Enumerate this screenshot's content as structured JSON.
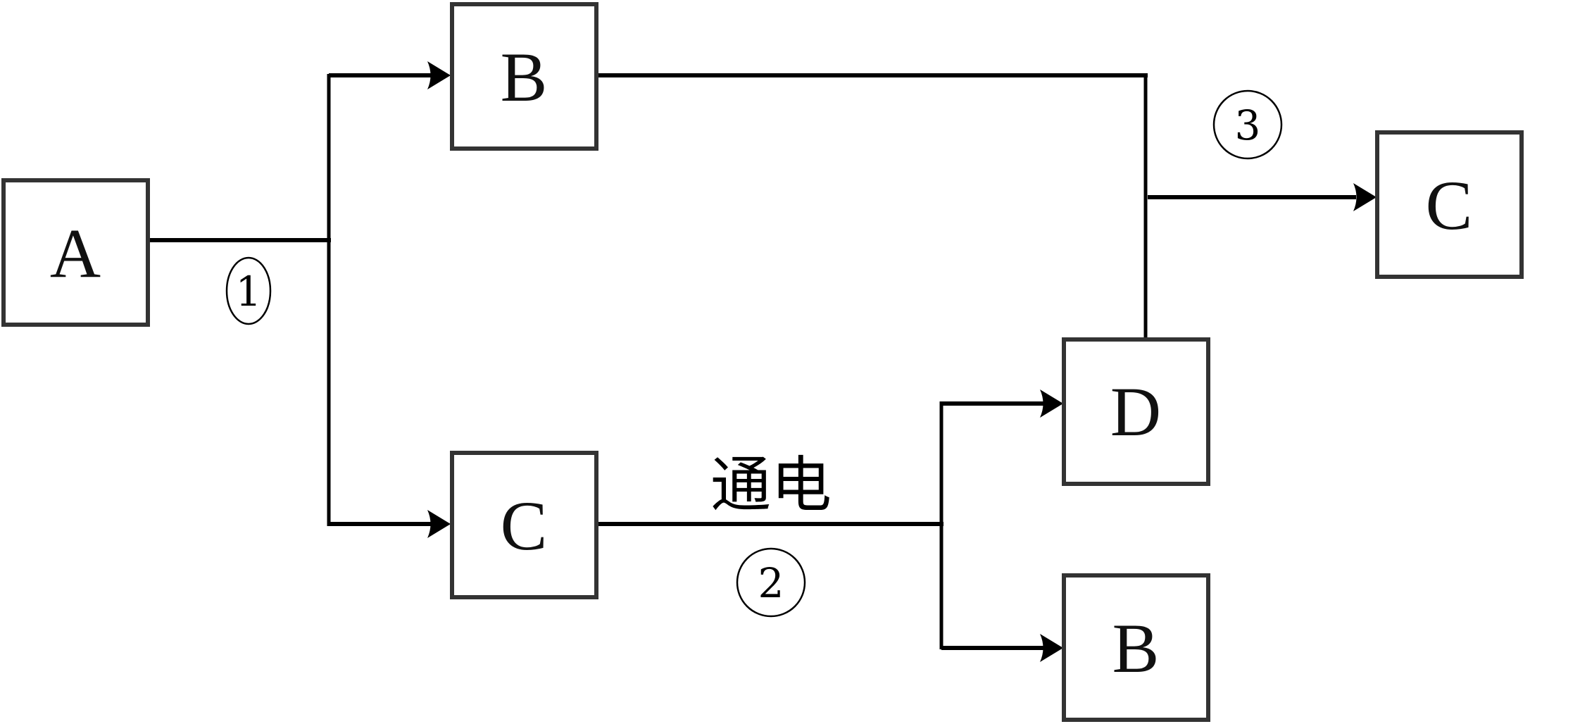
{
  "diagram": {
    "nodes": {
      "a": "A",
      "b_top": "B",
      "c_mid": "C",
      "d": "D",
      "b_bottom": "B",
      "c_right": "C"
    },
    "edge_labels": {
      "step1": "1",
      "step2": "2",
      "step3": "3",
      "condition": "通电"
    },
    "edges": [
      {
        "from": "A",
        "to": [
          "B",
          "C"
        ],
        "label": "①"
      },
      {
        "from": "C",
        "to": [
          "D",
          "B"
        ],
        "label": "②",
        "condition": "通电"
      },
      {
        "from": [
          "B",
          "D"
        ],
        "to": "C",
        "label": "③"
      }
    ]
  }
}
